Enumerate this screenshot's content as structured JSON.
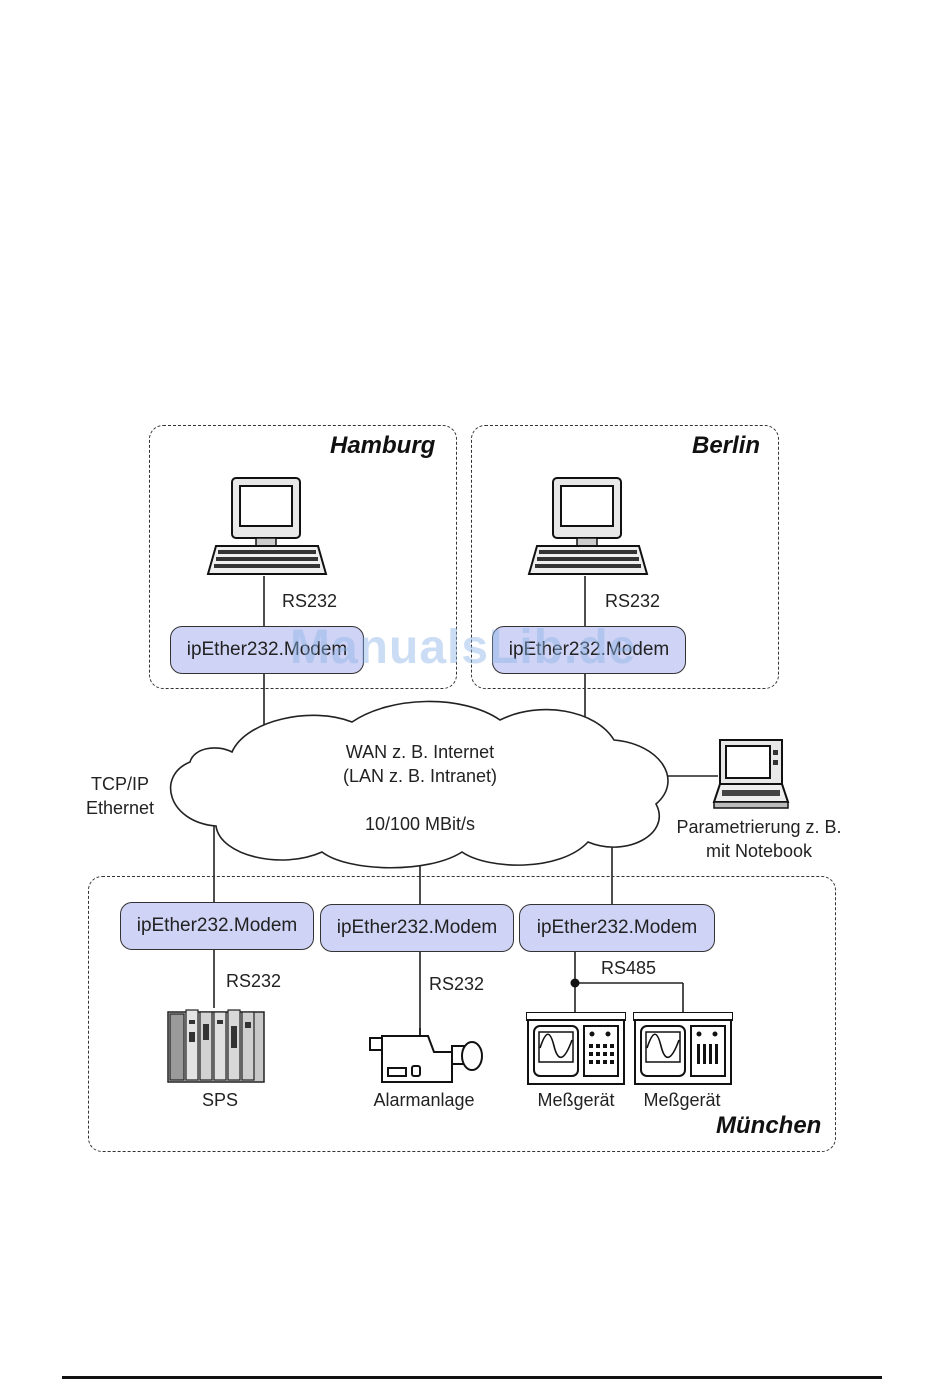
{
  "regions": {
    "hamburg": "Hamburg",
    "berlin": "Berlin",
    "muenchen": "München"
  },
  "modem_label": "ipEther232.Modem",
  "labels": {
    "hamburg_rs232": "RS232",
    "berlin_rs232": "RS232",
    "sps_rs232": "RS232",
    "alarm_rs232": "RS232",
    "rs485": "RS485",
    "tcpip_line1": "TCP/IP",
    "tcpip_line2": "Ethernet",
    "wan_line1": "WAN z. B. Internet",
    "wan_line2": "(LAN z. B. Intranet)",
    "speed": "10/100 MBit/s",
    "notebook_line1": "Parametrierung z. B.",
    "notebook_line2": "mit Notebook"
  },
  "devices": {
    "sps": "SPS",
    "alarm": "Alarmanlage",
    "meter1": "Meßgerät",
    "meter2": "Meßgerät"
  },
  "watermark": "ManualsLib.de",
  "icons": [
    "desktop-computer-icon",
    "laptop-icon",
    "plc-rack-icon",
    "camera-icon",
    "measuring-device-icon"
  ]
}
